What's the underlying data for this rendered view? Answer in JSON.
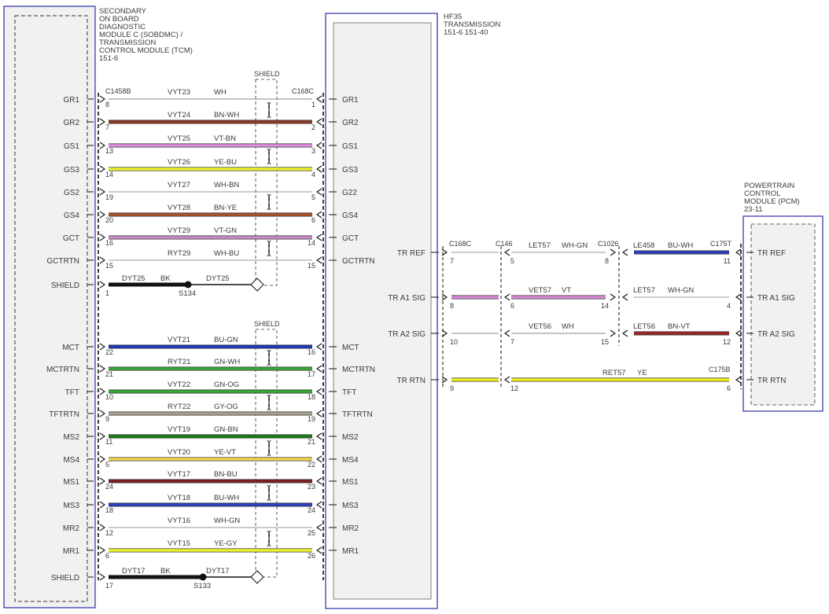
{
  "colors": {
    "WH": "#ffffff",
    "BN-WH": "#8c3a28",
    "VT-BN": "#e08ce0",
    "YE-BU": "#f2f230",
    "WH-BN": "#ffffff",
    "BN-YE": "#a8522e",
    "VT-GN": "#c98ac9",
    "WH-BU": "#ffffff",
    "BU-GN": "#1f38b8",
    "GN-WH": "#38a838",
    "GN-OG": "#38a838",
    "GY-OG": "#a8a08c",
    "GN-BN": "#1a7a1a",
    "YE-VT": "#f2d84a",
    "BN-BU": "#7a1f24",
    "BU-WH": "#2f3fc0",
    "WH-GN": "#ffffff",
    "YE-GY": "#f2f230",
    "VT": "#d88ad8",
    "BN-VT": "#9c2626",
    "YE": "#f2f21c",
    "BK": "#111111",
    "box": "#2c2ca8"
  },
  "module_tcm": {
    "title_lines": [
      "SECONDARY",
      "ON BOARD",
      "DIAGNOSTIC",
      "MODULE C (SOBDMC) /",
      "TRANSMISSION",
      "CONTROL MODULE (TCM)",
      "151-6"
    ]
  },
  "module_trans": {
    "title_lines": [
      "HF35",
      "TRANSMISSION",
      "151-6   151-40"
    ]
  },
  "module_pcm": {
    "title_lines": [
      "POWERTRAIN",
      "CONTROL",
      "MODULE (PCM)",
      "23-11"
    ]
  },
  "connectors": {
    "tcm": "C1458B",
    "trans": "C168C",
    "inline1": "C168C",
    "inline2": "C146",
    "inline3": "C1026",
    "pcm_top": "C175T",
    "pcm_bottom": "C175B"
  },
  "shield_label": "SHIELD",
  "left_wires": [
    {
      "left_label": "GR1",
      "pin_l": "8",
      "circuit": "VYT23",
      "color": "WH",
      "pin_r": "1",
      "right_label": "GR1"
    },
    {
      "left_label": "GR2",
      "pin_l": "7",
      "circuit": "VYT24",
      "color": "BN-WH",
      "pin_r": "2",
      "right_label": "GR2"
    },
    {
      "left_label": "GS1",
      "pin_l": "13",
      "circuit": "VYT25",
      "color": "VT-BN",
      "pin_r": "3",
      "right_label": "GS1"
    },
    {
      "left_label": "GS3",
      "pin_l": "14",
      "circuit": "VYT26",
      "color": "YE-BU",
      "pin_r": "4",
      "right_label": "GS3"
    },
    {
      "left_label": "GS2",
      "pin_l": "19",
      "circuit": "VYT27",
      "color": "WH-BN",
      "pin_r": "5",
      "right_label": "G22"
    },
    {
      "left_label": "GS4",
      "pin_l": "20",
      "circuit": "VYT28",
      "color": "BN-YE",
      "pin_r": "6",
      "right_label": "GS4"
    },
    {
      "left_label": "GCT",
      "pin_l": "16",
      "circuit": "VYT29",
      "color": "VT-GN",
      "pin_r": "14",
      "right_label": "GCT"
    },
    {
      "left_label": "GCTRTN",
      "pin_l": "15",
      "circuit": "RYT29",
      "color": "WH-BU",
      "pin_r": "15",
      "right_label": "GCTRTN"
    },
    {
      "left_label": "MCT",
      "pin_l": "22",
      "circuit": "VYT21",
      "color": "BU-GN",
      "pin_r": "16",
      "right_label": "MCT"
    },
    {
      "left_label": "MCTRTN",
      "pin_l": "21",
      "circuit": "RYT21",
      "color": "GN-WH",
      "pin_r": "17",
      "right_label": "MCTRTN"
    },
    {
      "left_label": "TFT",
      "pin_l": "10",
      "circuit": "VYT22",
      "color": "GN-OG",
      "pin_r": "18",
      "right_label": "TFT"
    },
    {
      "left_label": "TFTRTN",
      "pin_l": "9",
      "circuit": "RYT22",
      "color": "GY-OG",
      "pin_r": "19",
      "right_label": "TFTRTN"
    },
    {
      "left_label": "MS2",
      "pin_l": "11",
      "circuit": "VYT19",
      "color": "GN-BN",
      "pin_r": "21",
      "right_label": "MS2"
    },
    {
      "left_label": "MS4",
      "pin_l": "5",
      "circuit": "VYT20",
      "color": "YE-VT",
      "pin_r": "22",
      "right_label": "MS4"
    },
    {
      "left_label": "MS1",
      "pin_l": "24",
      "circuit": "VYT17",
      "color": "BN-BU",
      "pin_r": "23",
      "right_label": "MS1"
    },
    {
      "left_label": "MS3",
      "pin_l": "18",
      "circuit": "VYT18",
      "color": "BU-WH",
      "pin_r": "24",
      "right_label": "MS3"
    },
    {
      "left_label": "MR2",
      "pin_l": "12",
      "circuit": "VYT16",
      "color": "WH-GN",
      "pin_r": "25",
      "right_label": "MR2"
    },
    {
      "left_label": "MR1",
      "pin_l": "6",
      "circuit": "VYT15",
      "color": "YE-GY",
      "pin_r": "26",
      "right_label": "MR1"
    }
  ],
  "shields": [
    {
      "label": "SHIELD",
      "pin": "1",
      "circuit": "DYT25",
      "color": "BK",
      "splice": "S134",
      "circuit2": "DYT25"
    },
    {
      "label": "SHIELD",
      "pin": "17",
      "circuit": "DYT17",
      "color": "BK",
      "splice": "S133",
      "circuit2": "DYT17"
    }
  ],
  "right_wires": [
    {
      "left_label": "TR REF",
      "p1": "7",
      "p2": "5",
      "circuit1": "LET57",
      "color1": "WH-GN",
      "p3": "8",
      "circuit2": "LE458",
      "color2": "BU-WH",
      "p4": "11",
      "right_label": "TR REF"
    },
    {
      "left_label": "TR A1 SIG",
      "p1": "8",
      "p2": "6",
      "circuit1": "VET57",
      "color1": "VT",
      "p3": "14",
      "circuit2": "LET57",
      "color2": "WH-GN",
      "p4": "4",
      "right_label": "TR A1 SIG"
    },
    {
      "left_label": "TR A2 SIG",
      "p1": "10",
      "p2": "7",
      "circuit1": "VET56",
      "color1": "WH",
      "p3": "15",
      "circuit2": "LET56",
      "color2": "BN-VT",
      "p4": "12",
      "right_label": "TR A2 SIG"
    },
    {
      "left_label": "TR RTN",
      "p1": "9",
      "p2": "12",
      "circuit1": "RET57",
      "color1": "YE",
      "p3": "",
      "circuit2": "",
      "color2": "",
      "p4": "6",
      "right_label": "TR RTN"
    }
  ]
}
